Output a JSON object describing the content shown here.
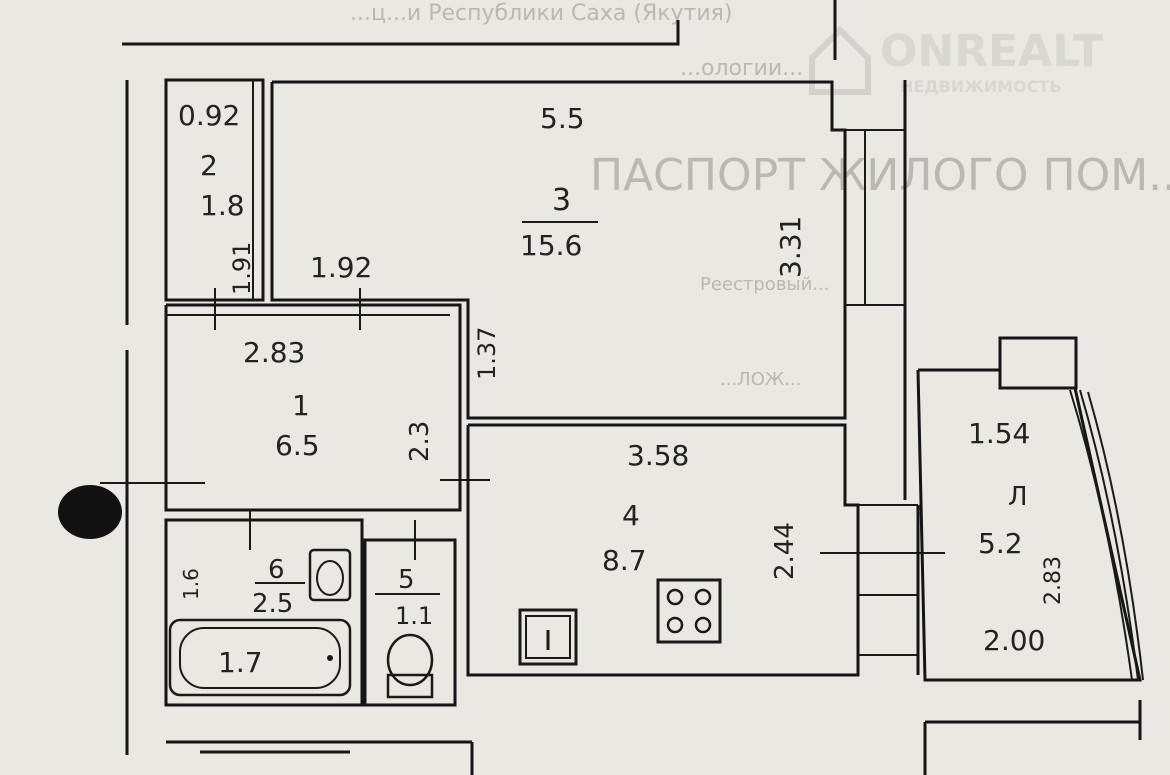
{
  "watermark": {
    "brand": "ONREALT",
    "tagline": "НЕДВИЖИМОСТЬ",
    "icon": "house-logo-icon"
  },
  "background_text": {
    "line1": "...ц...и Республики Саха (Якутия)",
    "line2": "...ологии...",
    "line3": "ПАСПОРТ ЖИЛОГО ПОМ...",
    "line4": "Реестровый...",
    "line5": "...ЛОЖ..."
  },
  "rooms": {
    "r1": {
      "number": "1",
      "area": "6.5",
      "dim_a": "2.83",
      "dim_b": "2.3"
    },
    "r2": {
      "number": "2",
      "area": "1.8",
      "dim_a": "0.92",
      "dim_b": "1.91"
    },
    "r3": {
      "number": "3",
      "area": "15.6",
      "dim_a": "5.5",
      "dim_b": "3.31",
      "dim_c": "1.92",
      "dim_d": "1.37"
    },
    "r4": {
      "number": "4",
      "area": "8.7",
      "dim_a": "3.58",
      "dim_b": "2.44"
    },
    "r5": {
      "number": "5",
      "area": "1.1"
    },
    "r6": {
      "number": "6",
      "area": "2.5",
      "dim_a": "1.6",
      "dim_b": "1.7"
    },
    "balcony": {
      "letter": "Л",
      "area": "5.2",
      "dim_a": "1.54",
      "dim_b": "2.00",
      "dim_c": "2.83"
    }
  },
  "fixtures": [
    "bathtub-icon",
    "sink-icon",
    "toilet-icon",
    "stove-icon",
    "kitchen-sink-icon"
  ]
}
